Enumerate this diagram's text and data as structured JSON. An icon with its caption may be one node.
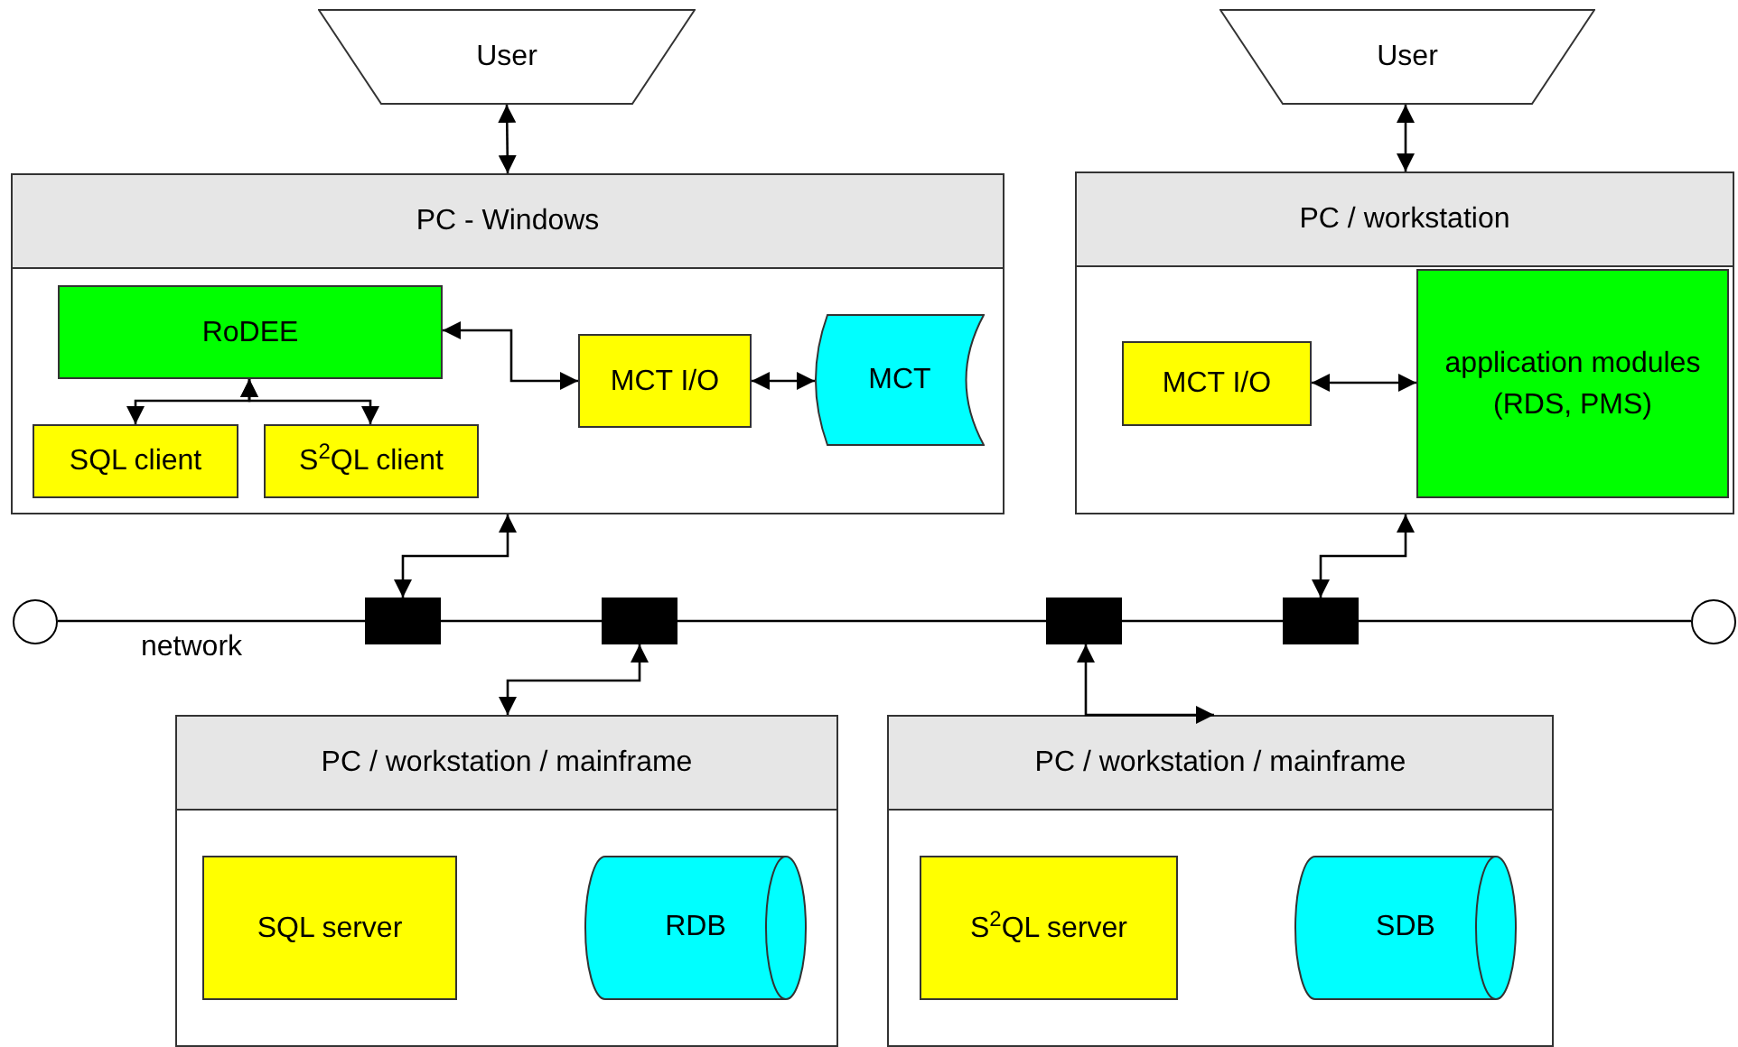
{
  "diagram": {
    "nodes": [
      {
        "text": [
          "User"
        ]
      },
      {
        "text": [
          "User"
        ]
      },
      {
        "text": [
          "PC - Windows"
        ]
      },
      {
        "text": [
          "RoDEE"
        ],
        "in": 2
      },
      {
        "text": [
          "MCT I/O"
        ],
        "in": 2
      },
      {
        "text": [
          "MCT"
        ],
        "in": 2
      },
      {
        "text": [
          "SQL client"
        ],
        "in": 2
      },
      {
        "text": [
          "S$^{2}$QL client"
        ],
        "in": 2
      },
      {
        "text": [
          "PC / workstation"
        ]
      },
      {
        "text": [
          "MCT I/O"
        ],
        "in": 8
      },
      {
        "text": [
          "application modules (RDS, PMS)"
        ],
        "in": 8
      },
      {
        "text": [],
        "shape": "box"
      },
      {
        "text": [],
        "shape": "box"
      },
      {
        "text": [],
        "shape": "box"
      },
      {
        "text": [],
        "shape": "box"
      },
      {
        "text": [],
        "shape": "circle"
      },
      {
        "text": [],
        "shape": "circle"
      },
      {
        "text": [
          "PC / workstation / mainframe"
        ]
      },
      {
        "text": [
          "SQL server"
        ],
        "in": 17
      },
      {
        "text": [
          "RDB"
        ],
        "in": 17
      },
      {
        "text": [
          "PC / workstation / mainframe"
        ]
      },
      {
        "text": [
          "S$^{2}$QL server"
        ],
        "in": 20
      },
      {
        "text": [
          "SDB"
        ],
        "in": 20
      }
    ],
    "edges": [
      {
        "from": 0,
        "to": 2,
        "arrow": "both"
      },
      {
        "from": 1,
        "to": 8,
        "arrow": "both"
      },
      {
        "from": 3,
        "to": 6,
        "arrow": "both"
      },
      {
        "from": 3,
        "to": 7,
        "arrow": "both"
      },
      {
        "from": 3,
        "to": 4,
        "arrow": "both"
      },
      {
        "from": 4,
        "to": 5,
        "arrow": "both"
      },
      {
        "from": 9,
        "to": 10,
        "arrow": "both"
      },
      {
        "from": 2,
        "to": 11,
        "arrow": "both"
      },
      {
        "from": 8,
        "to": 14,
        "arrow": "both"
      },
      {
        "from": 12,
        "to": 17,
        "arrow": "both"
      },
      {
        "from": 13,
        "to": 20,
        "arrow": "both"
      },
      {
        "from": 15,
        "to": 11,
        "arrow": "none"
      },
      {
        "from": 11,
        "to": 12,
        "arrow": "none"
      },
      {
        "from": 12,
        "to": 13,
        "arrow": "none"
      },
      {
        "from": 13,
        "to": 14,
        "arrow": "none"
      },
      {
        "from": 14,
        "to": 16,
        "arrow": "none"
      }
    ],
    "labels": [
      "network"
    ]
  }
}
